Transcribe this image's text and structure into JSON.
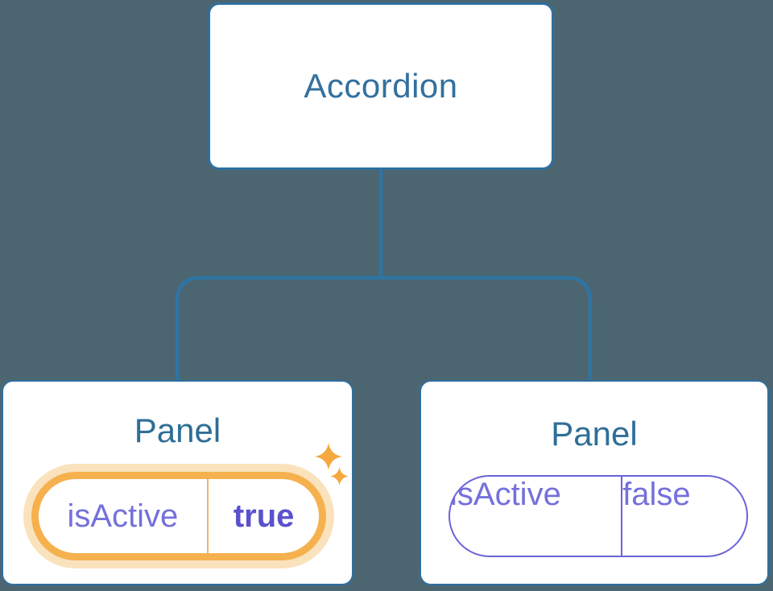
{
  "tree": {
    "root": {
      "label": "Accordion"
    },
    "children": [
      {
        "label": "Panel",
        "state": {
          "key": "isActive",
          "value": "true"
        },
        "highlighted": true,
        "sparkles": true
      },
      {
        "label": "Panel",
        "state": {
          "key": "isActive",
          "value": "false"
        },
        "highlighted": false,
        "sparkles": false
      }
    ]
  },
  "colors": {
    "background": "#4C6671",
    "node_fill": "#FFFFFF",
    "node_border": "#2F6F9F",
    "connector": "#2E74A4",
    "title_text": "#33709E",
    "state_text": "#7470DC",
    "state_text_bold": "#5A51CE",
    "pill_border_purple": "#6A63D9",
    "highlight_ring": "#F6B14F",
    "highlight_halo": "#FAE2BD",
    "highlight_divider": "#F2B45C",
    "sparkle": "#F5A83F"
  }
}
